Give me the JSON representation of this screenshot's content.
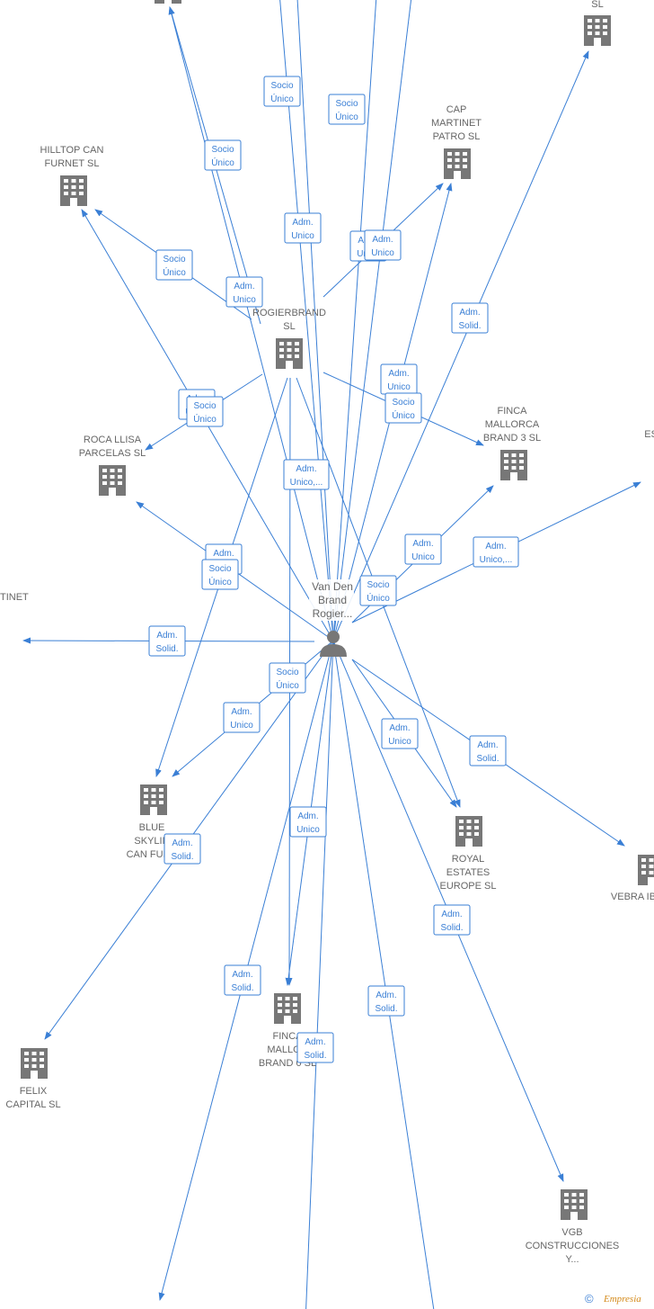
{
  "center": {
    "name": "Van Den\nBrand\nRogier..."
  },
  "companies": [
    {
      "id": "top1",
      "label": ""
    },
    {
      "id": "top_sl",
      "label": "SL"
    },
    {
      "id": "hilltop",
      "label": "HILLTOP CAN\nFURNET  SL"
    },
    {
      "id": "cap",
      "label": "CAP\nMARTINET\nPATRO  SL"
    },
    {
      "id": "rogierbrand",
      "label": "ROGIERBRAND\nSL"
    },
    {
      "id": "roca",
      "label": "ROCA LLISA\nPARCELAS  SL"
    },
    {
      "id": "finca3",
      "label": "FINCA\nMALLORCA\nBRAND 3  SL"
    },
    {
      "id": "est",
      "label": "\nEST"
    },
    {
      "id": "martinet",
      "label": "RTINET"
    },
    {
      "id": "blue",
      "label": "BLUE\nSKYLIN\nCAN FURN"
    },
    {
      "id": "royal",
      "label": "ROYAL\nESTATES\nEUROPE  SL"
    },
    {
      "id": "vebra",
      "label": "VEBRA IB"
    },
    {
      "id": "felix",
      "label": "FELIX\nCAPITAL  SL"
    },
    {
      "id": "finca0",
      "label": "FINCA\nMALLOR\nBRAND 0  SL"
    },
    {
      "id": "vgb",
      "label": "VGB\nCONSTRUCCIONES\nY..."
    }
  ],
  "edge_labels": [
    "Socio\nÚnico",
    "Socio\nÚnico",
    "Socio\nÚnico",
    "Adm.\nUnico",
    "Socio\nÚnico",
    "Adm.\nUnico",
    "Adm.\nUnico",
    "Adm.\nUnico",
    "Adm.\nSolid.",
    "Adm.\nUnico",
    "Adm.\nUnico",
    "Socio\nÚnico",
    "Adm.\nUnico,...",
    "Adm.\nUnico",
    "Adm.\nUnico,...",
    "Adm.",
    "Socio\nÚnico",
    "Socio\nÚnico",
    "Adm.\nSolid.",
    "Socio\nÚnico",
    "Adm.\nUnico",
    "Adm.\nUnico",
    "Adm.\nSolid.",
    "Adm.\nSolid.",
    "Adm.\nUnico",
    "Adm.\nSolid.",
    "Adm.\nSolid.",
    "Adm.\nSolid.",
    "Adm.\nSolid.",
    "Socio\nÚnico"
  ],
  "colors": {
    "edge": "#3a7fd5",
    "box_border": "#3a7fd5",
    "box_text": "#3a7fd5",
    "node_label": "#666666",
    "icon": "#777777"
  },
  "footer": {
    "copyright": "©",
    "brand": "Empresia"
  }
}
